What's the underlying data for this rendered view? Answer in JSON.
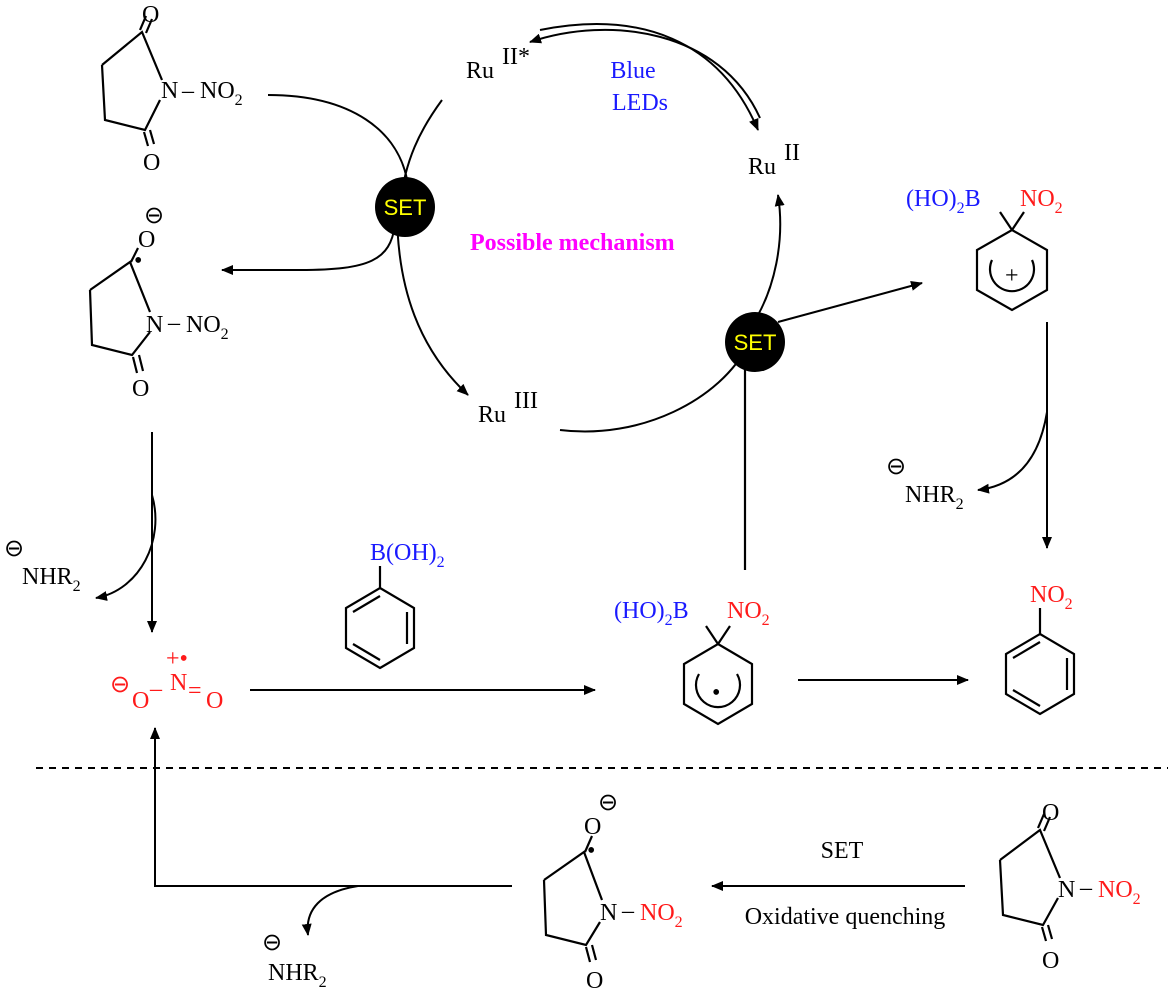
{
  "colors": {
    "reagent": "#1a1aff",
    "nitro": "#ff1a1a",
    "title": "#ff00ff",
    "set_badge_fill": "#000000",
    "set_badge_text": "#ffff00"
  },
  "title": "Possible mechanism",
  "set_label": "SET",
  "blue_leds": [
    "Blue",
    "LEDs"
  ],
  "ru": {
    "base": "Ru",
    "ii": "II",
    "ii_star": "II*",
    "iii": "III"
  },
  "atoms": {
    "O": "O",
    "N": "N",
    "B": "B"
  },
  "nitro": {
    "main": "NO",
    "sub": "2"
  },
  "boronic": {
    "ho2b_main": "(HO)",
    "ho2b_sub": "2",
    "ho2b_end": "B",
    "boh2_main": "B(OH)",
    "boh2_sub": "2"
  },
  "base": {
    "main": "NHR",
    "sub": "2"
  },
  "nitrite": {
    "o_left": "O",
    "n": "N",
    "o_right": "O",
    "dash": "–",
    "eq": "=",
    "plus_dot": "+•"
  },
  "charge_minus": "⊖",
  "radical_dot": "•",
  "plus_sign": "+",
  "bottom": {
    "set": "SET",
    "quenching": "Oxidative quenching"
  },
  "dash": "–"
}
